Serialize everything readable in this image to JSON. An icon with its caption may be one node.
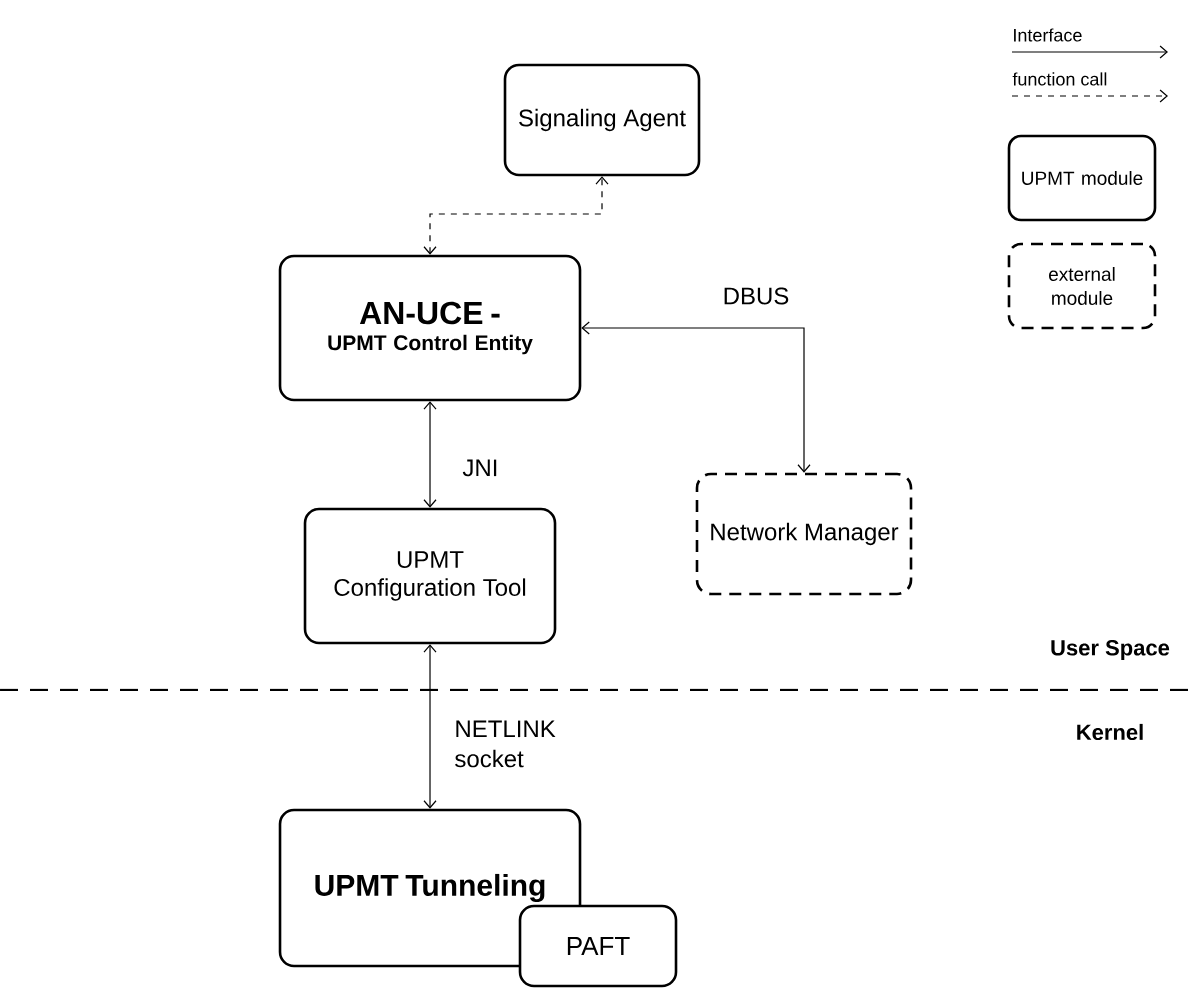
{
  "diagram": {
    "nodes": [
      {
        "text": [
          "Signaling Agent"
        ]
      },
      {
        "text": [
          "AN-UCE -",
          "UPMT Control Entity"
        ]
      },
      {
        "text": [
          "Network Manager"
        ]
      },
      {
        "text": [
          "UPMT Configuration Tool"
        ]
      },
      {
        "text": [
          "UPMT Tunneling"
        ]
      },
      {
        "text": [
          "PAFT"
        ]
      }
    ],
    "edges": [
      {
        "from": 1,
        "to": 0,
        "arrow": "both",
        "style": "dashed"
      },
      {
        "from": 2,
        "to": 1,
        "arrow": "both",
        "label": "DBUS"
      },
      {
        "from": 1,
        "to": 3,
        "arrow": "both",
        "label": "JNI"
      },
      {
        "from": 3,
        "to": 4,
        "arrow": "both",
        "label": "NETLINK socket"
      }
    ],
    "labels": [
      "User Space",
      "Kernel"
    ],
    "legend": [
      {
        "text": "Interface"
      },
      {
        "text": "function call"
      },
      {
        "text": "UPMT module"
      },
      {
        "text": "external module"
      }
    ]
  }
}
